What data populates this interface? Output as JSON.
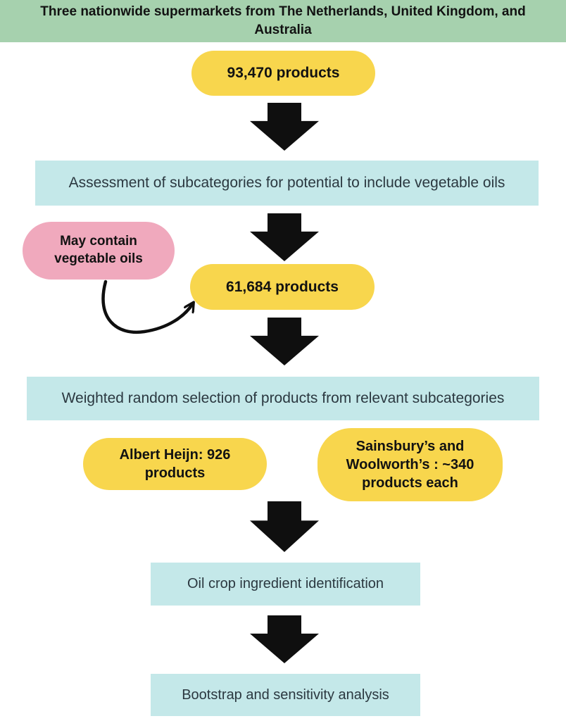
{
  "header": {
    "text": "Three nationwide supermarkets from The Netherlands, United Kingdom, and Australia"
  },
  "pills": {
    "total_products": "93,470 products",
    "filtered_products": "61,684 products",
    "may_contain": "May contain vegetable oils",
    "albert_heijn": "Albert Heijn: 926 products",
    "sainsbury_woolworth": "Sainsbury’s and Woolworth’s : ~340 products each"
  },
  "steps": {
    "assessment": "Assessment of subcategories for potential to include vegetable oils",
    "weighted_selection": "Weighted random selection of products from relevant subcategories",
    "oil_crop": "Oil crop ingredient identification",
    "bootstrap": "Bootstrap and sensitivity analysis"
  },
  "colors": {
    "green": "#a6d1ae",
    "yellow": "#f8d64d",
    "blue": "#c4e8e9",
    "pink": "#f0a9bd",
    "arrow": "#0f0f0f"
  }
}
